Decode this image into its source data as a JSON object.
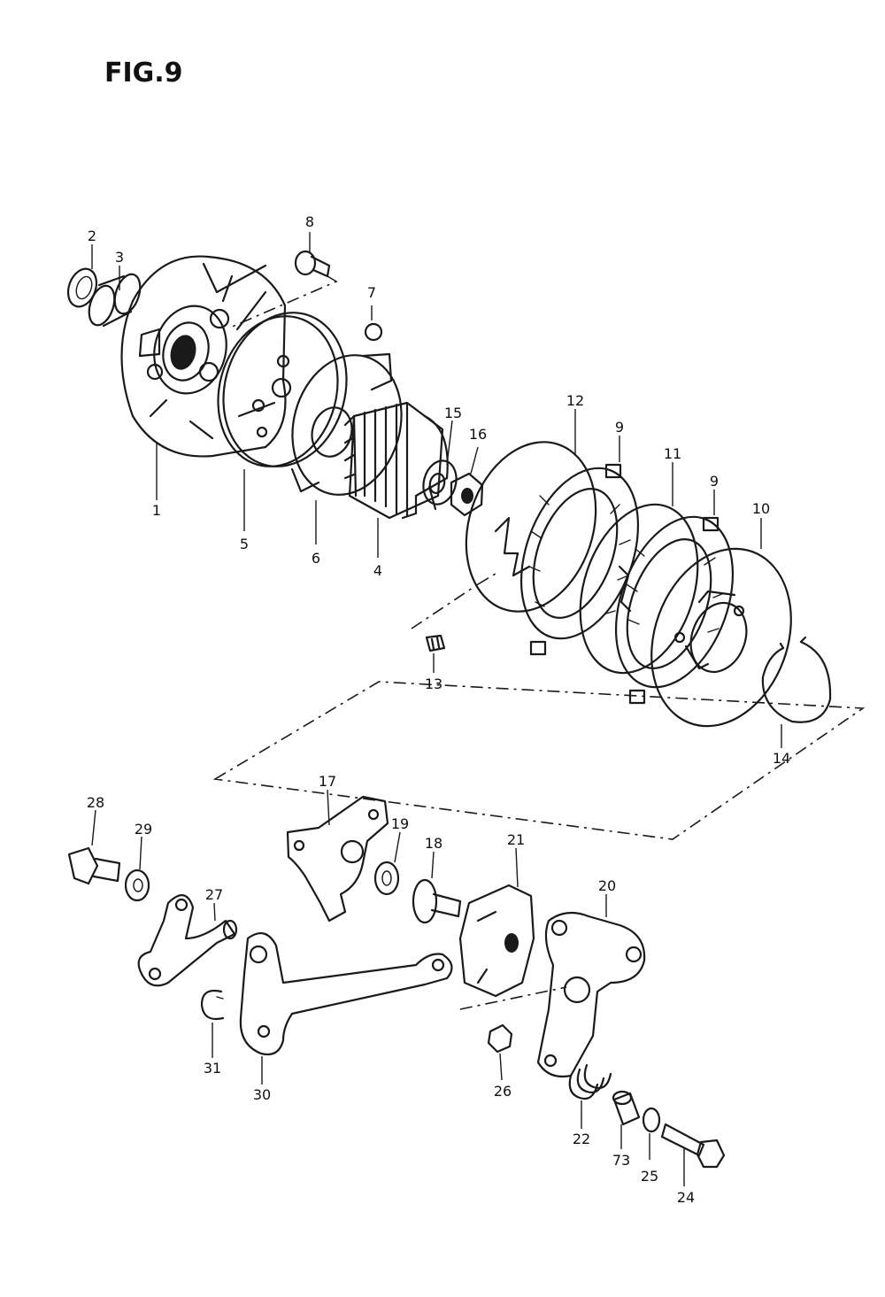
{
  "figure": {
    "title": "FIG.9"
  },
  "parts": {
    "p1": "1",
    "p2": "2",
    "p3": "3",
    "p4": "4",
    "p5": "5",
    "p6": "6",
    "p7": "7",
    "p8": "8",
    "p9a": "9",
    "p9b": "9",
    "p10": "10",
    "p11": "11",
    "p12": "12",
    "p13": "13",
    "p14": "14",
    "p15": "15",
    "p16": "16",
    "p17": "17",
    "p18": "18",
    "p19": "19",
    "p20": "20",
    "p21": "21",
    "p22": "22",
    "p73": "73",
    "p24": "24",
    "p25": "25",
    "p26": "26",
    "p27": "27",
    "p28": "28",
    "p29": "29",
    "p30": "30",
    "p31": "31"
  }
}
